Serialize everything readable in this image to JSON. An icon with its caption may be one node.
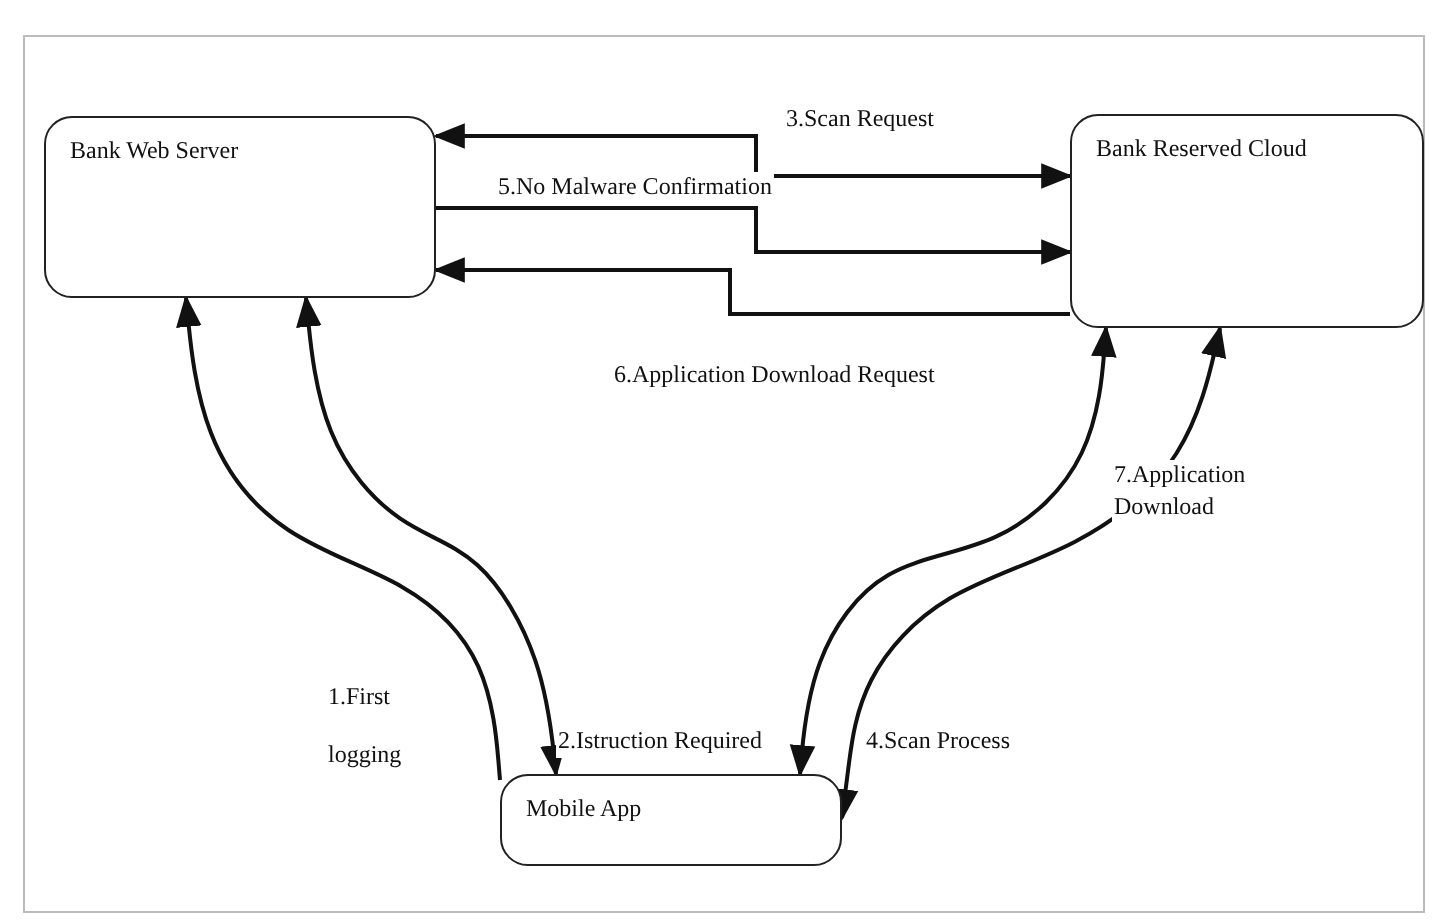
{
  "diagram": {
    "nodes": [
      {
        "text": [
          "Bank Web Server"
        ]
      },
      {
        "text": [
          "Bank Reserved Cloud"
        ]
      },
      {
        "text": [
          "Mobile App"
        ]
      }
    ],
    "edges": [
      {
        "from": 1,
        "to": 0,
        "arrow": "both",
        "label": "3.Scan Request"
      },
      {
        "from": 0,
        "to": 1,
        "arrow": "to",
        "label": "5.No Malware Confirmation"
      },
      {
        "from": 1,
        "to": 0,
        "arrow": "to",
        "label": "6.Application Download Request"
      },
      {
        "from": 2,
        "to": 0,
        "arrow": "to",
        "label": "1.First logging"
      },
      {
        "from": 0,
        "to": 2,
        "arrow": "both",
        "label": "2.Istruction Required"
      },
      {
        "from": 1,
        "to": 2,
        "arrow": "both",
        "label": "7.Application Download"
      },
      {
        "from": 1,
        "to": 2,
        "arrow": "both",
        "label": "4.Scan Process"
      }
    ]
  }
}
